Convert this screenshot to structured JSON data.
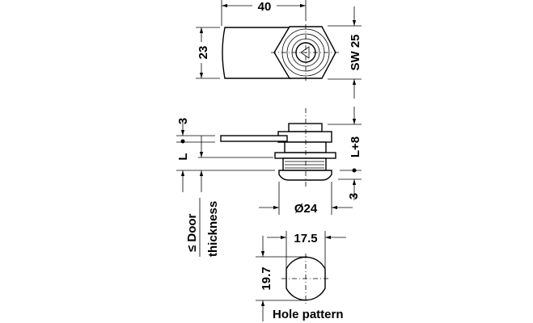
{
  "dimensions": {
    "width": "40",
    "height": "23",
    "wrench_size": "SW 25",
    "plate_offset": "3",
    "length": "L",
    "length_plus": "L+8",
    "bottom_offset": "3",
    "diameter": "Ø24",
    "door_label": "≤ Door",
    "door_label2": "thickness",
    "hole_width": "17.5",
    "hole_height": "19.7"
  },
  "labels": {
    "hole_pattern": "Hole pattern"
  }
}
